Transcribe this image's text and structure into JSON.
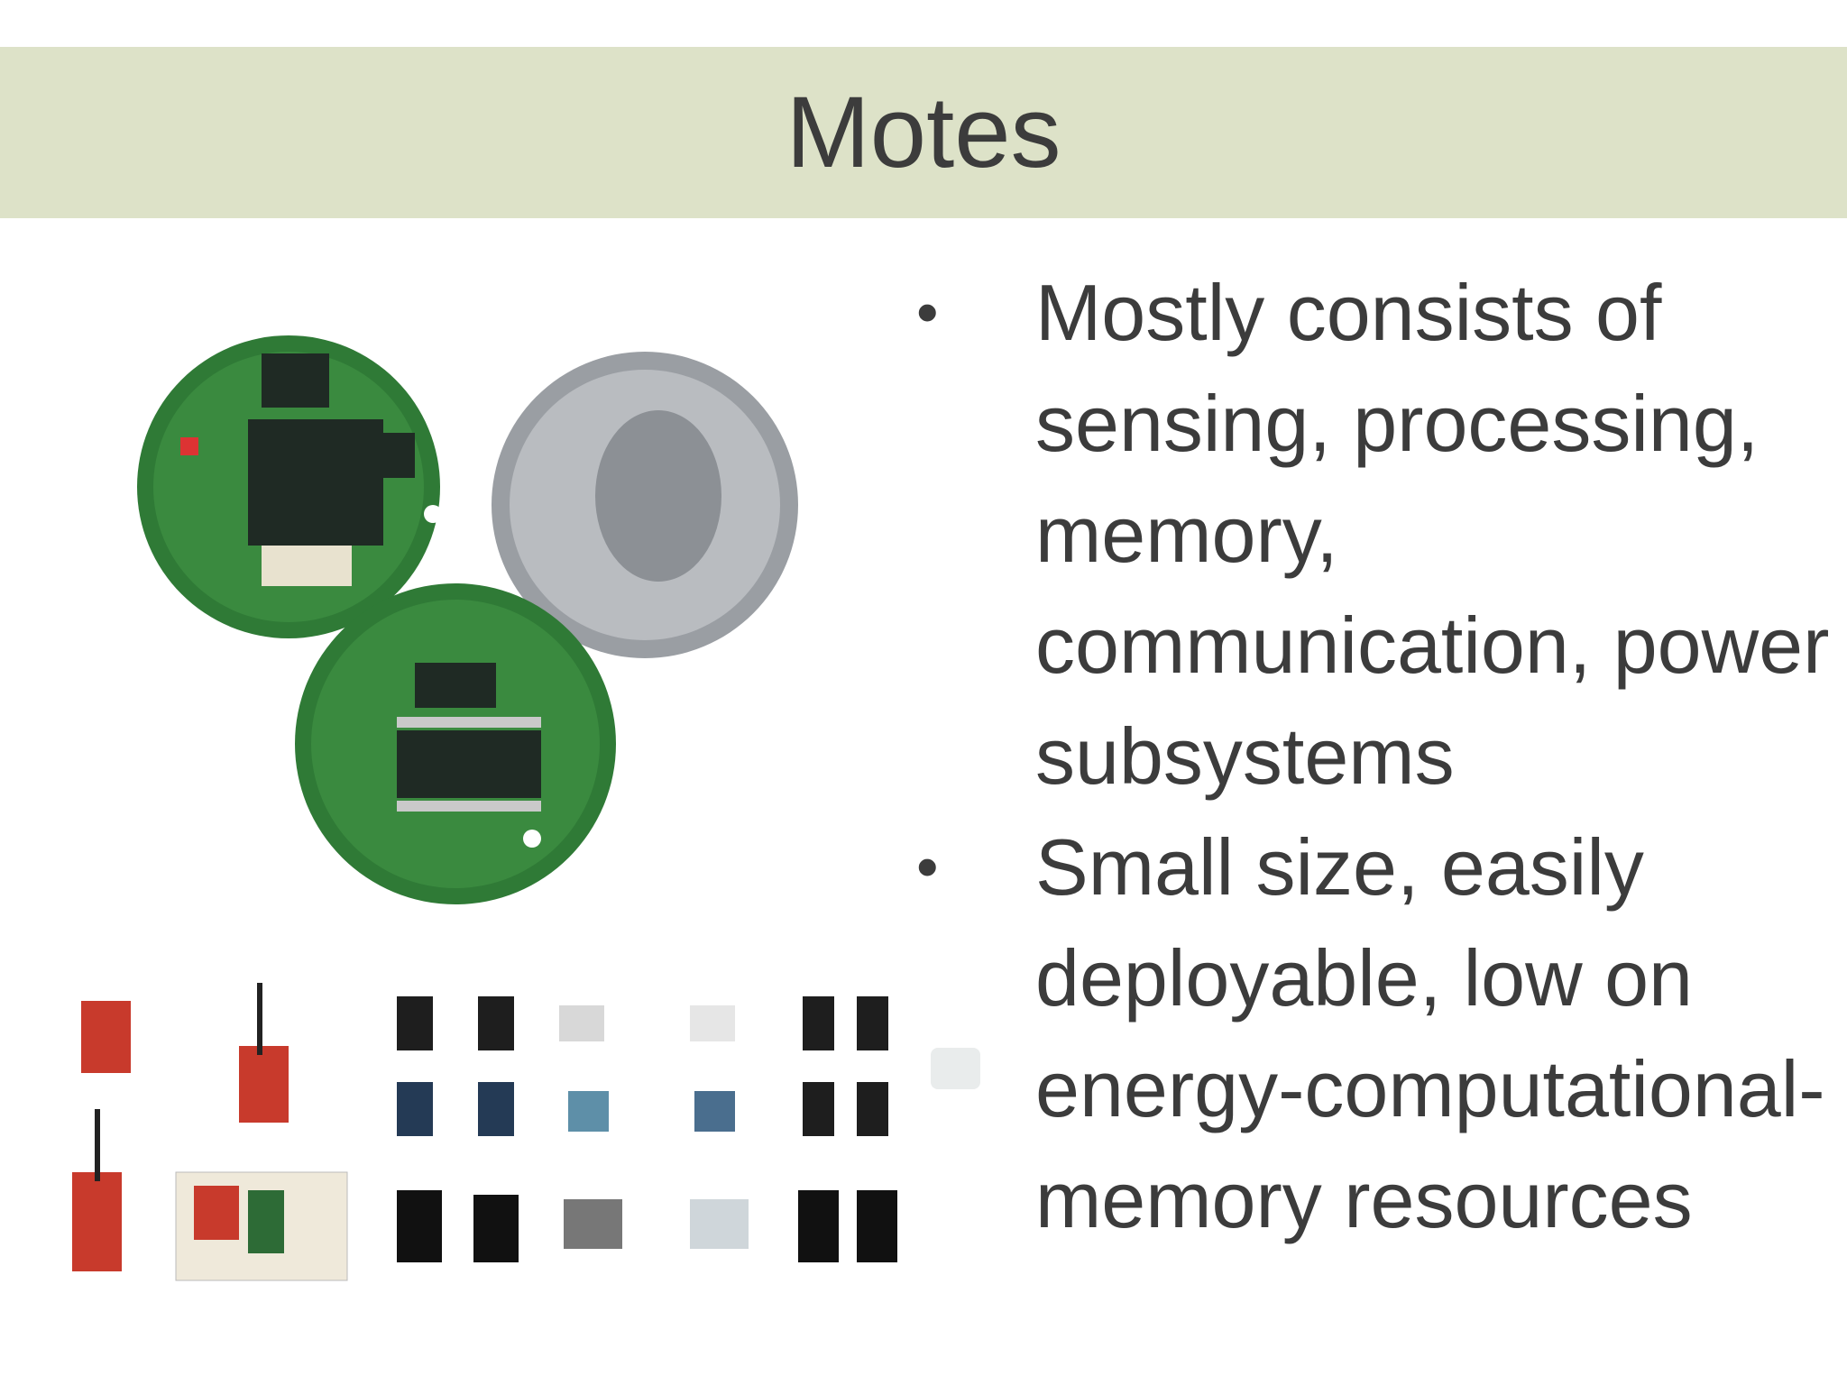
{
  "slide": {
    "title": "Motes",
    "bullets": [
      {
        "text": "Mostly consists of sensing, processing, memory, communication, power subsystems"
      },
      {
        "text": "Small size, easily deployable, low on energy-computational-memory resources"
      }
    ],
    "colors": {
      "title_band": "#dde2c8",
      "text": "#3c3c3c",
      "pcb_green": "#2f7a36",
      "board_red": "#c83a2c"
    }
  }
}
